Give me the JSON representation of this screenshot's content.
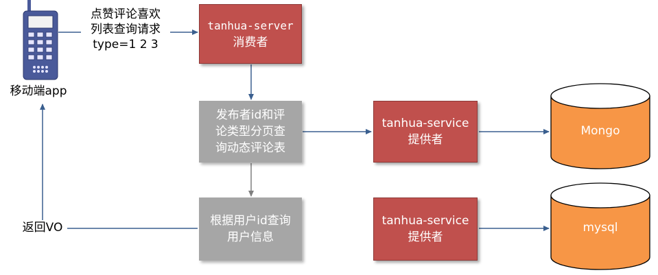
{
  "mobile": {
    "label": "移动端app"
  },
  "request_label": {
    "line1": "点赞评论喜欢",
    "line2": "列表查询请求",
    "line3": "type=1 2 3"
  },
  "return_label": "返回VO",
  "consumer": {
    "line1": "tanhua-server",
    "line2": "消费者"
  },
  "step1": {
    "line1": "发布者id和评",
    "line2": "论类型分页查",
    "line3": "询动态评论表"
  },
  "step2": {
    "line1": "根据用户id查询",
    "line2": "用户信息"
  },
  "provider1": {
    "line1": "tanhua-service",
    "line2": "提供者"
  },
  "provider2": {
    "line1": "tanhua-service",
    "line2": "提供者"
  },
  "db1": {
    "label": "Mongo"
  },
  "db2": {
    "label": "mysql"
  },
  "colors": {
    "red": "#c0504d",
    "gray": "#a6a6a6",
    "orange": "#f79646",
    "arrow": "#3a5f8f",
    "phone": "#4a5a9a"
  }
}
